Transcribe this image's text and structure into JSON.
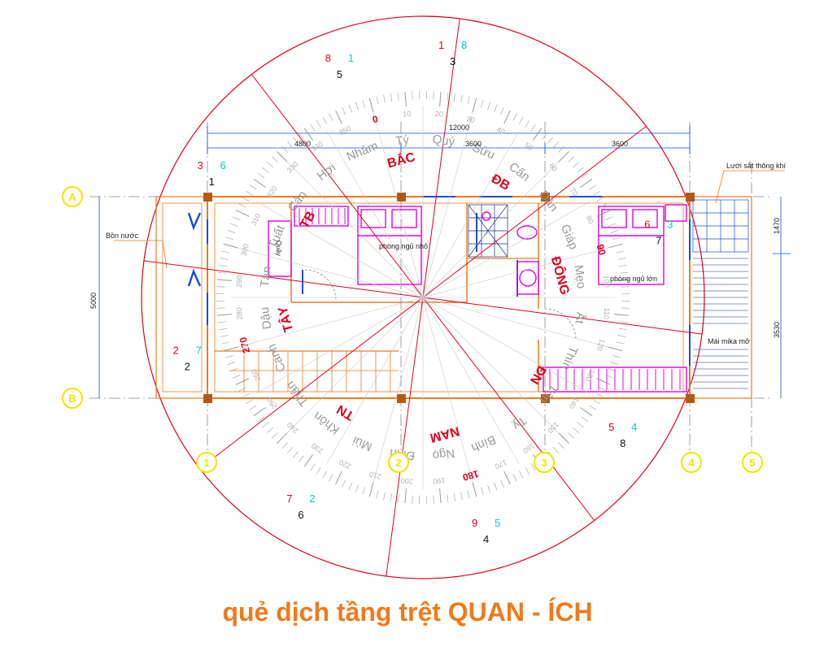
{
  "title": "quẻ dịch tầng trệt QUAN  - ÍCH",
  "compass": {
    "mountains": [
      {
        "name": "Quý",
        "deg": 22.5
      },
      {
        "name": "Sửu",
        "deg": 37.5
      },
      {
        "name": "Cấn",
        "deg": 52.5
      },
      {
        "name": "Dần",
        "deg": 67.5
      },
      {
        "name": "Giáp",
        "deg": 82.5
      },
      {
        "name": "Mẹo",
        "deg": 97.5
      },
      {
        "name": "Ất",
        "deg": 112.5
      },
      {
        "name": "Thìn",
        "deg": 127.5
      },
      {
        "name": "Tốn",
        "deg": 142.5
      },
      {
        "name": "Tỵ",
        "deg": 157.5
      },
      {
        "name": "Bính",
        "deg": 172.5
      },
      {
        "name": "Ngọ",
        "deg": 187.5
      },
      {
        "name": "Đinh",
        "deg": 202.5
      },
      {
        "name": "Mùi",
        "deg": 217.5
      },
      {
        "name": "Khôn",
        "deg": 232.5
      },
      {
        "name": "Thân",
        "deg": 247.5
      },
      {
        "name": "Canh",
        "deg": 262.5
      },
      {
        "name": "Dậu",
        "deg": 277.5
      },
      {
        "name": "Tân",
        "deg": 292.5
      },
      {
        "name": "Tuất",
        "deg": 307.5
      },
      {
        "name": "Càn",
        "deg": 322.5
      },
      {
        "name": "Hợi",
        "deg": 337.5
      },
      {
        "name": "Nhâm",
        "deg": 352.5
      },
      {
        "name": "Tý",
        "deg": 7.5
      }
    ],
    "directions": [
      {
        "name": "BẮC",
        "deg": 0
      },
      {
        "name": "ĐB",
        "deg": 45
      },
      {
        "name": "ĐÔNG",
        "deg": 90
      },
      {
        "name": "ĐN",
        "deg": 135
      },
      {
        "name": "NAM",
        "deg": 180
      },
      {
        "name": "TN",
        "deg": 225
      },
      {
        "name": "TÂY",
        "deg": 270
      },
      {
        "name": "TB",
        "deg": 315
      }
    ],
    "degree_labels_red": [
      "0",
      "90",
      "180",
      "270"
    ],
    "sector_numbers": [
      {
        "red": "1",
        "cyan": "8",
        "black": "3",
        "deg": 22
      },
      {
        "red": "6",
        "cyan": "3",
        "black": "7",
        "deg": 90
      },
      {
        "red": "5",
        "cyan": "4",
        "black": "8",
        "deg": 140
      },
      {
        "red": "9",
        "cyan": "5",
        "black": "4",
        "deg": 180
      },
      {
        "red": "7",
        "cyan": "2",
        "black": "6",
        "deg": 225
      },
      {
        "red": "2",
        "cyan": "7",
        "black": "2",
        "deg": 270
      },
      {
        "red": "3",
        "cyan": "6",
        "black": "1",
        "deg": 315
      },
      {
        "red": "8",
        "cyan": "1",
        "black": "5",
        "deg": 355
      }
    ]
  },
  "plan": {
    "dimensions": {
      "total": "12000",
      "seg1": "4800",
      "seg2": "3600",
      "seg3": "3600",
      "height": "5000",
      "right_top": "1470",
      "right_bottom": "3530"
    },
    "grid_rows": [
      "A",
      "B"
    ],
    "grid_cols": [
      "1",
      "2",
      "3",
      "4",
      "5"
    ],
    "labels": {
      "bon_nuoc": "Bồn nước",
      "luoi_sat": "Lưới sắt thông khí",
      "phong_ngu_nho": "phòng ngủ nhỏ",
      "phong_ngu_lon": "phòng ngủ lớn",
      "mai_mika": "Mái mika mở",
      "quay": "Quầy"
    }
  },
  "colors": {
    "compass_red": "#e0001a",
    "gray_text": "#9a9a9a",
    "magenta": "#e000e0",
    "orange": "#f07a1a",
    "yellow": "#f2e600",
    "cyan": "#00cccc",
    "blue": "#1a4fd6"
  }
}
